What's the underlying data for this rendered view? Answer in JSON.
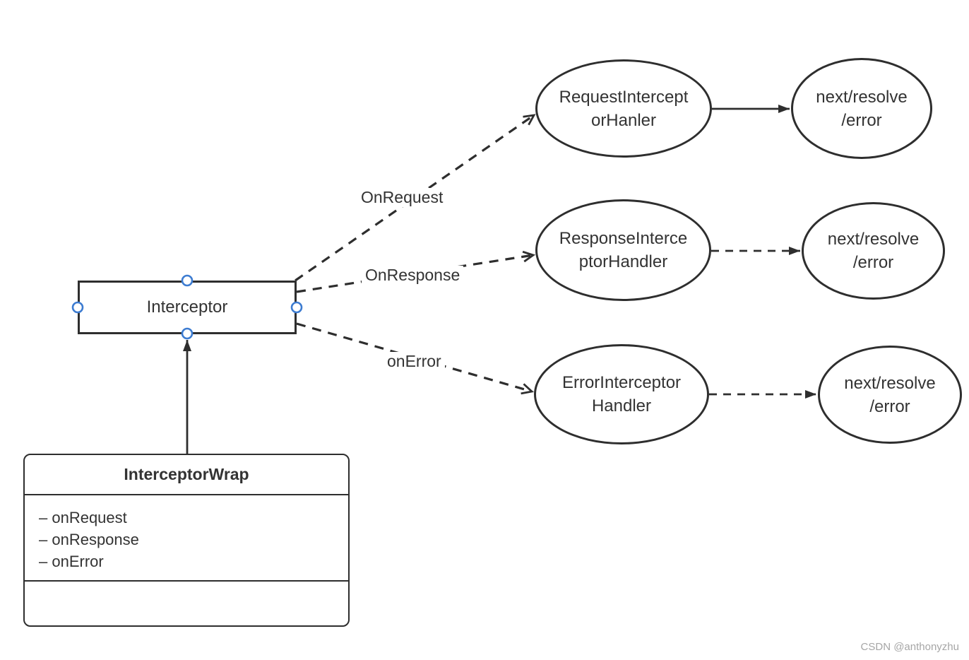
{
  "nodes": {
    "interceptor": {
      "label": "Interceptor"
    },
    "request_handler": {
      "label": "RequestIntercept\norHanler"
    },
    "response_handler": {
      "label": "ResponseInterce\nptorHandler"
    },
    "error_handler": {
      "label": "ErrorInterceptor\nHandler"
    },
    "next_resolve_request": {
      "label": "next/resolve\n/error"
    },
    "next_resolve_response": {
      "label": "next/resolve\n/error"
    },
    "next_resolve_error": {
      "label": "next/resolve\n/error"
    }
  },
  "class_box": {
    "title": "InterceptorWrap",
    "members": [
      "– onRequest",
      "– onResponse",
      "– onError"
    ]
  },
  "edges": {
    "on_request_label": "OnRequest",
    "on_response_label": "OnResponse",
    "on_error_label": "onError"
  },
  "colors": {
    "line": "#2e2e2e",
    "connector_handle_blue": "#3d7cd1",
    "background": "#ffffff",
    "watermark_gray": "#a6a6a6"
  },
  "watermark": "CSDN @anthonyzhu"
}
